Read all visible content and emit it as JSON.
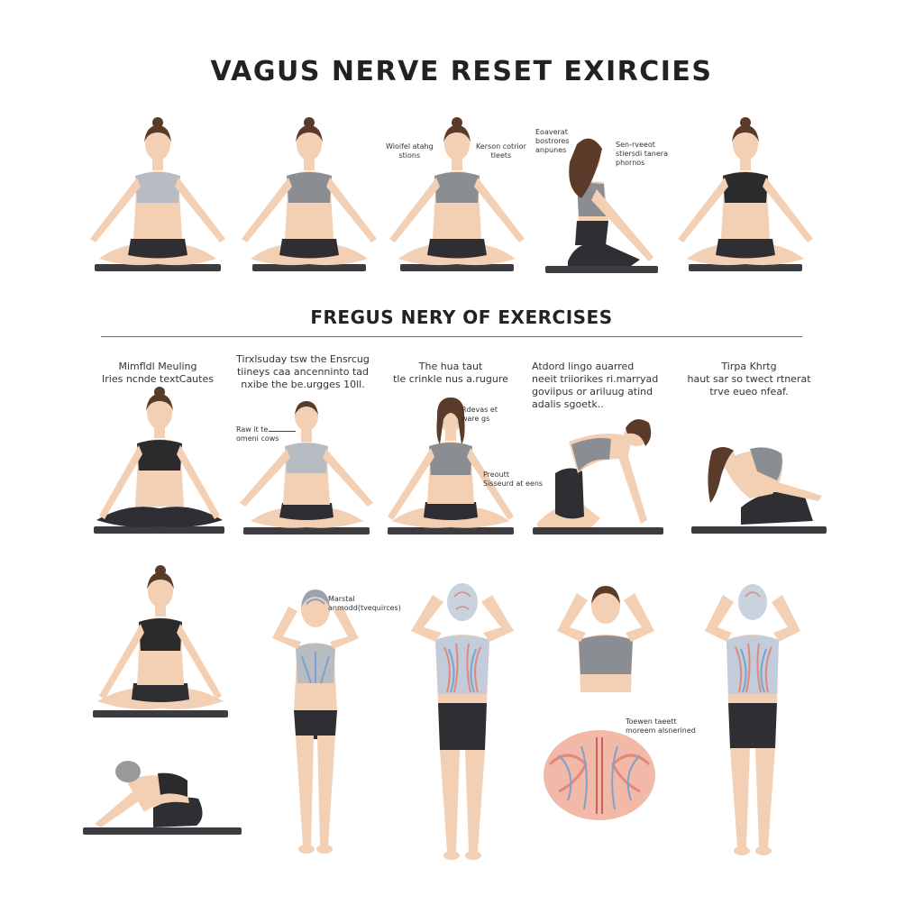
{
  "title": "VAGUS NERVE RESET EXIRCIES",
  "subtitle": "FREGUS NERY OF EXERCISES",
  "row2_captions": [
    "Mimfldl Meuling\nIries ncnde textCautes",
    "Tirxlsuday tsw the Ensrcug\ntiineys caa ancenninto tad\nnxibe the be.urgges 10ll.",
    "The hua taut\ntle crinkle nus a.rugure",
    "Atdord lingo auarred\nneeit triiorikes ri.marryad\ngoviipus or ariluug atind\nadalis sgoetk..",
    "Tirpa Khrtg\nhaut sar so twect rtnerat\ntrve eueo nfeaf."
  ],
  "annotations": {
    "r1_left": "Wioifel atahg\nstions",
    "r1_right": "Kerson cotrior\ntleets",
    "r1_side_a": "Eoaverat\nbostrores\nanpunes",
    "r1_side_b": "Sen-rveeot\nstiersdi tanera\nphornos",
    "r2_arrow": "Raw it te\nomeni cows",
    "r2_up": "Rdevas et\nware gs",
    "r2_down": "Preoutt\nSisseurd at eens",
    "r3_head": "Marstal\nanmodd(tvequirces)",
    "r3_organ": "Toewen taeett\nmoreem alsnerined"
  },
  "colors": {
    "skin": "#f3cfb3",
    "hair": "#5a3a28",
    "top_light": "#b7bcc2",
    "top_mid": "#8a8e93",
    "top_dark": "#2b2b2e",
    "shorts": "#2f2f33",
    "mat": "#3c3c40",
    "nerve_blue": "#7da2cf",
    "nerve_red": "#e0897a"
  }
}
